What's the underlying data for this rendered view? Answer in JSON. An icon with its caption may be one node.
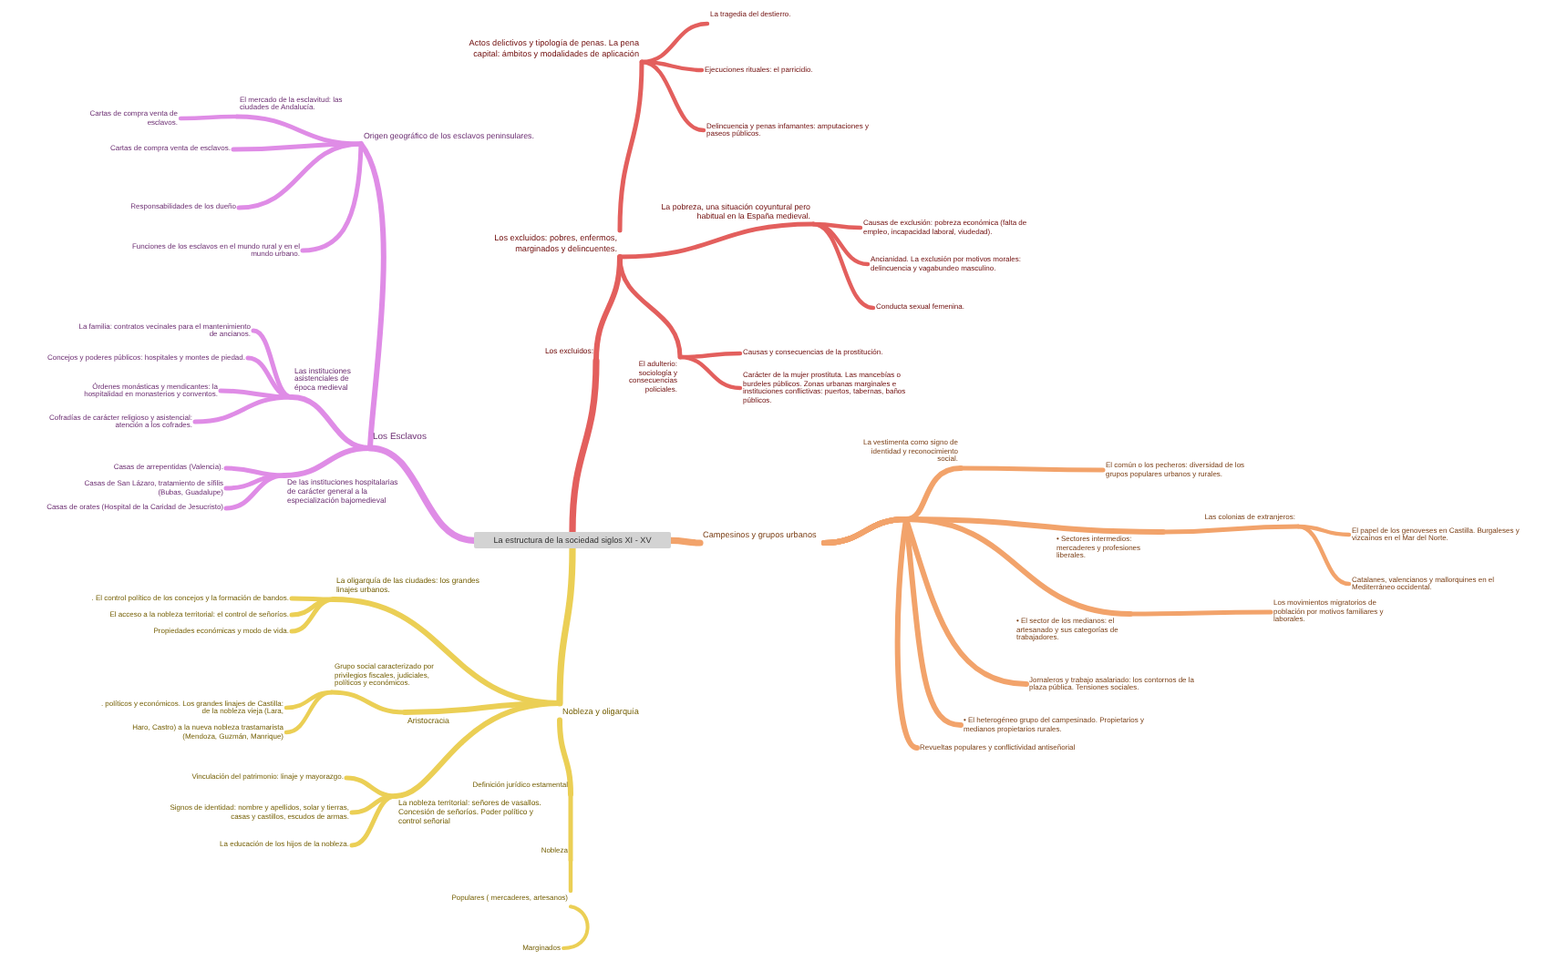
{
  "diagram": {
    "nodes": [
      {
        "text": [
          "La estructura de la sociedad siglos XI - XV"
        ]
      },
      {
        "text": [
          "Los Esclavos"
        ]
      },
      {
        "text": [
          "Origen geográfico de los esclavos peninsulares."
        ]
      },
      {
        "text": [
          "El mercado de la esclavitud: las ciudades de Andalucía."
        ]
      },
      {
        "text": [
          "Cartas de compra venta de esclavos."
        ]
      },
      {
        "text": [
          "Cartas de compra venta de esclavos."
        ]
      },
      {
        "text": [
          "Responsabilidades de los dueño"
        ]
      },
      {
        "text": [
          "Funciones de los esclavos en el mundo rural y en el mundo urbano."
        ]
      },
      {
        "text": [
          "Las instituciones asistenciales de época medieval"
        ]
      },
      {
        "text": [
          "La familia: contratos vecinales para el mantenimiento de ancianos."
        ]
      },
      {
        "text": [
          "Concejos y poderes públicos: hospitales y montes de piedad."
        ]
      },
      {
        "text": [
          "Órdenes monásticas y mendicantes: la hospitalidad en monasterios y conventos."
        ]
      },
      {
        "text": [
          "Cofradías de carácter religioso y asistencial: atención a los cofrades."
        ]
      },
      {
        "text": [
          "De las instituciones hospitalarias de carácter general a la especialización bajomedieval"
        ]
      },
      {
        "text": [
          "Casas de arrepentidas (Valencia)."
        ]
      },
      {
        "text": [
          "Casas de San Lázaro, tratamiento de sífilis (Bubas, Guadalupe)"
        ]
      },
      {
        "text": [
          "Casas de orates (Hospital de la Caridad de Jesucristo)"
        ]
      },
      {
        "text": [
          "Los excluidos:"
        ]
      },
      {
        "text": [
          "Los excluidos: pobres, enfermos, marginados y delincuentes."
        ]
      },
      {
        "text": [
          "Actos delictivos y tipología de penas. La pena capital: ámbitos y modalidades de aplicación"
        ]
      },
      {
        "text": [
          "La tragedia del destierro."
        ]
      },
      {
        "text": [
          "Ejecuciones rituales: el parricidio."
        ]
      },
      {
        "text": [
          "Delincuencia y penas infamantes: amputaciones y paseos públicos."
        ]
      },
      {
        "text": [
          "La pobreza, una situación coyuntural pero habitual en la España medieval."
        ]
      },
      {
        "text": [
          "Causas de exclusión: pobreza económica (falta de empleo, incapacidad laboral, viudedad)."
        ]
      },
      {
        "text": [
          "Ancianidad. La exclusión por motivos morales: delincuencia y vagabundeo masculino."
        ]
      },
      {
        "text": [
          "Conducta sexual femenina."
        ]
      },
      {
        "text": [
          "El adulterio: sociología y consecuencias policiales."
        ]
      },
      {
        "text": [
          "Causas y consecuencias de la prostitución."
        ]
      },
      {
        "text": [
          "Carácter de la mujer prostituta. Las mancebías o burdeles públicos. Zonas urbanas marginales e instituciones conflictivas: puertos, tabernas, baños públicos."
        ]
      },
      {
        "text": [
          "Campesinos y grupos urbanos"
        ]
      },
      {
        "text": [
          "La vestimenta como signo de identidad y reconocimiento social."
        ]
      },
      {
        "text": [
          "El común o los pecheros: diversidad de los grupos populares urbanos y rurales."
        ]
      },
      {
        "text": [
          "• Sectores intermedios: mercaderes y profesiones liberales."
        ]
      },
      {
        "text": [
          "Las colonias de extranjeros:"
        ]
      },
      {
        "text": [
          "El papel de los genoveses en Castilla. Burgaleses y vizcaínos en el Mar del Norte."
        ]
      },
      {
        "text": [
          "Catalanes, valencianos y mallorquines en el Mediterráneo occidental."
        ]
      },
      {
        "text": [
          "• El sector de los medianos: el artesanado y sus categorías de trabajadores."
        ]
      },
      {
        "text": [
          "Los movimientos migratorios de población por motivos familiares y laborales."
        ]
      },
      {
        "text": [
          "Jornaleros y trabajo asalariado: los contornos de la plaza pública. Tensiones sociales."
        ]
      },
      {
        "text": [
          "• El heterogéneo grupo del campesinado. Propietarios y medianos propietarios rurales."
        ]
      },
      {
        "text": [
          "Revueltas populares y conflictividad antiseñorial"
        ]
      },
      {
        "text": [
          "Nobleza y oligarquía"
        ]
      },
      {
        "text": [
          "La oligarquía de las ciudades: los grandes linajes urbanos."
        ]
      },
      {
        "text": [
          ". El control político de los concejos y la formación de bandos."
        ]
      },
      {
        "text": [
          "El acceso a la nobleza territorial: el control de señoríos."
        ]
      },
      {
        "text": [
          "Propiedades económicas y modo de vida."
        ]
      },
      {
        "text": [
          "Aristocracia"
        ]
      },
      {
        "text": [
          "Grupo social caracterizado por privilegios fiscales, judiciales, políticos y económicos."
        ]
      },
      {
        "text": [
          ". políticos y económicos. Los grandes linajes de Castilla: de la nobleza vieja (Lara,"
        ]
      },
      {
        "text": [
          "Haro, Castro) a la nueva nobleza trastamarista (Mendoza, Guzmán, Manrique)"
        ]
      },
      {
        "text": [
          "La nobleza territorial: señores de vasallos. Concesión de señoríos. Poder político y control señorial"
        ]
      },
      {
        "text": [
          "Vinculación del patrimonio: linaje y mayorazgo."
        ]
      },
      {
        "text": [
          "Signos de identidad: nombre y apellidos, solar y tierras, casas y castillos, escudos de armas."
        ]
      },
      {
        "text": [
          "La educación de los hijos de la nobleza."
        ]
      },
      {
        "text": [
          "Definición jurídico estamental"
        ]
      },
      {
        "text": [
          "Nobleza"
        ]
      },
      {
        "text": [
          "Populares ( mercaderes, artesanos)"
        ]
      },
      {
        "text": [
          "Marginados"
        ]
      }
    ],
    "edges": [
      {
        "from": 0,
        "to": 1,
        "arrow": "none",
        "color": "#df8ce6"
      },
      {
        "from": 1,
        "to": 2,
        "arrow": "none",
        "color": "#df8ce6"
      },
      {
        "from": 2,
        "to": 3,
        "arrow": "none",
        "color": "#df8ce6"
      },
      {
        "from": 3,
        "to": 4,
        "arrow": "none",
        "color": "#df8ce6"
      },
      {
        "from": 2,
        "to": 5,
        "arrow": "none",
        "color": "#df8ce6"
      },
      {
        "from": 2,
        "to": 6,
        "arrow": "none",
        "color": "#df8ce6"
      },
      {
        "from": 2,
        "to": 7,
        "arrow": "none",
        "color": "#df8ce6"
      },
      {
        "from": 1,
        "to": 8,
        "arrow": "none",
        "color": "#df8ce6"
      },
      {
        "from": 8,
        "to": 9,
        "arrow": "none",
        "color": "#df8ce6"
      },
      {
        "from": 8,
        "to": 10,
        "arrow": "none",
        "color": "#df8ce6"
      },
      {
        "from": 8,
        "to": 11,
        "arrow": "none",
        "color": "#df8ce6"
      },
      {
        "from": 8,
        "to": 12,
        "arrow": "none",
        "color": "#df8ce6"
      },
      {
        "from": 1,
        "to": 13,
        "arrow": "none",
        "color": "#df8ce6"
      },
      {
        "from": 13,
        "to": 14,
        "arrow": "none",
        "color": "#df8ce6"
      },
      {
        "from": 13,
        "to": 15,
        "arrow": "none",
        "color": "#df8ce6"
      },
      {
        "from": 13,
        "to": 16,
        "arrow": "none",
        "color": "#df8ce6"
      },
      {
        "from": 0,
        "to": 17,
        "arrow": "none",
        "color": "#e35f5d"
      },
      {
        "from": 17,
        "to": 18,
        "arrow": "none",
        "color": "#e35f5d"
      },
      {
        "from": 18,
        "to": 19,
        "arrow": "none",
        "color": "#e35f5d"
      },
      {
        "from": 19,
        "to": 20,
        "arrow": "none",
        "color": "#e35f5d"
      },
      {
        "from": 19,
        "to": 21,
        "arrow": "none",
        "color": "#e35f5d"
      },
      {
        "from": 19,
        "to": 22,
        "arrow": "none",
        "color": "#e35f5d"
      },
      {
        "from": 18,
        "to": 23,
        "arrow": "none",
        "color": "#e35f5d"
      },
      {
        "from": 23,
        "to": 24,
        "arrow": "none",
        "color": "#e35f5d"
      },
      {
        "from": 23,
        "to": 25,
        "arrow": "none",
        "color": "#e35f5d"
      },
      {
        "from": 23,
        "to": 26,
        "arrow": "none",
        "color": "#e35f5d"
      },
      {
        "from": 18,
        "to": 27,
        "arrow": "none",
        "color": "#e35f5d"
      },
      {
        "from": 27,
        "to": 28,
        "arrow": "none",
        "color": "#e35f5d"
      },
      {
        "from": 27,
        "to": 29,
        "arrow": "none",
        "color": "#e35f5d"
      },
      {
        "from": 0,
        "to": 30,
        "arrow": "none",
        "color": "#f2a36b"
      },
      {
        "from": 30,
        "to": 31,
        "arrow": "none",
        "color": "#f2a36b"
      },
      {
        "from": 31,
        "to": 32,
        "arrow": "none",
        "color": "#f2a36b"
      },
      {
        "from": 30,
        "to": 33,
        "arrow": "none",
        "color": "#f2a36b"
      },
      {
        "from": 33,
        "to": 34,
        "arrow": "none",
        "color": "#f2a36b"
      },
      {
        "from": 34,
        "to": 35,
        "arrow": "none",
        "color": "#f2a36b"
      },
      {
        "from": 34,
        "to": 36,
        "arrow": "none",
        "color": "#f2a36b"
      },
      {
        "from": 30,
        "to": 37,
        "arrow": "none",
        "color": "#f2a36b"
      },
      {
        "from": 37,
        "to": 38,
        "arrow": "none",
        "color": "#f2a36b"
      },
      {
        "from": 30,
        "to": 39,
        "arrow": "none",
        "color": "#f2a36b"
      },
      {
        "from": 30,
        "to": 40,
        "arrow": "none",
        "color": "#f2a36b"
      },
      {
        "from": 30,
        "to": 41,
        "arrow": "none",
        "color": "#f2a36b"
      },
      {
        "from": 0,
        "to": 42,
        "arrow": "none",
        "color": "#ebcf55"
      },
      {
        "from": 42,
        "to": 43,
        "arrow": "none",
        "color": "#ebcf55"
      },
      {
        "from": 43,
        "to": 44,
        "arrow": "none",
        "color": "#ebcf55"
      },
      {
        "from": 43,
        "to": 45,
        "arrow": "none",
        "color": "#ebcf55"
      },
      {
        "from": 43,
        "to": 46,
        "arrow": "none",
        "color": "#ebcf55"
      },
      {
        "from": 42,
        "to": 47,
        "arrow": "none",
        "color": "#ebcf55"
      },
      {
        "from": 47,
        "to": 48,
        "arrow": "none",
        "color": "#ebcf55"
      },
      {
        "from": 48,
        "to": 49,
        "arrow": "none",
        "color": "#ebcf55"
      },
      {
        "from": 48,
        "to": 50,
        "arrow": "none",
        "color": "#ebcf55"
      },
      {
        "from": 42,
        "to": 51,
        "arrow": "none",
        "color": "#ebcf55"
      },
      {
        "from": 51,
        "to": 52,
        "arrow": "none",
        "color": "#ebcf55"
      },
      {
        "from": 51,
        "to": 53,
        "arrow": "none",
        "color": "#ebcf55"
      },
      {
        "from": 51,
        "to": 54,
        "arrow": "none",
        "color": "#ebcf55"
      },
      {
        "from": 42,
        "to": 55,
        "arrow": "none",
        "color": "#ebcf55"
      },
      {
        "from": 55,
        "to": 56,
        "arrow": "none",
        "color": "#ebcf55"
      },
      {
        "from": 56,
        "to": 57,
        "arrow": "none",
        "color": "#ebcf55"
      },
      {
        "from": 57,
        "to": 58,
        "arrow": "none",
        "color": "#ebcf55"
      }
    ]
  }
}
